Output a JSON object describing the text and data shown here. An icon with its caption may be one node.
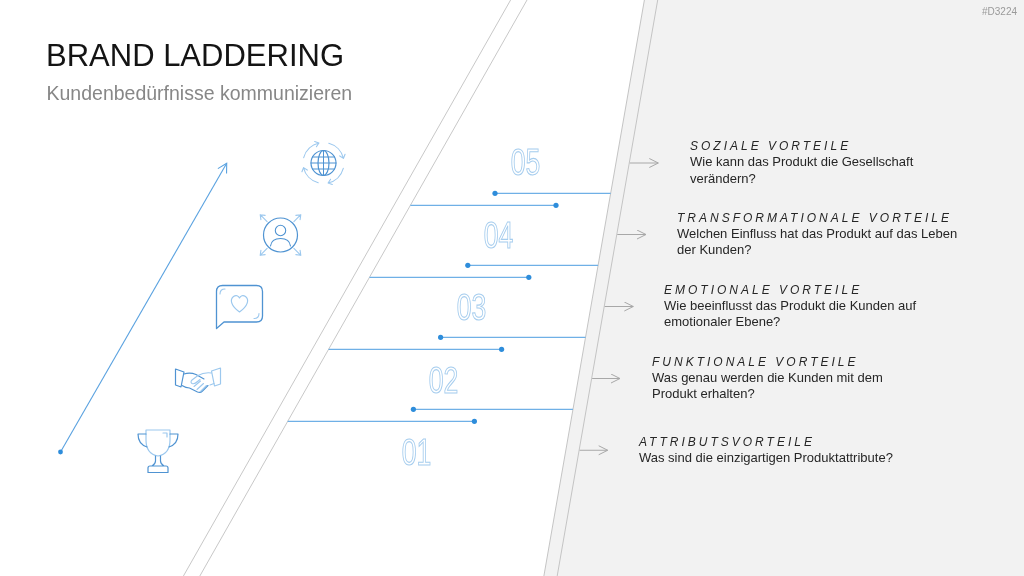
{
  "diagram": {
    "title": "BRAND LADDERING",
    "nodes": [
      {
        "text": [
          "SOZIALE VORTEILE",
          "Wie kann das Produkt die Gesellschaft verändern?"
        ]
      },
      {
        "text": [
          "TRANSFORMATIONALE VORTEILE",
          "Welchen Einfluss hat das Produkt auf das Leben der Kunden?"
        ]
      },
      {
        "text": [
          "EMOTIONALE VORTEILE",
          "Wie beeinflusst das Produkt die Kunden auf emotionaler Ebene?"
        ]
      },
      {
        "text": [
          "FUNKTIONALE VORTEILE",
          "Was genau werden die Kunden mit dem Produkt erhalten?"
        ]
      },
      {
        "text": [
          "ATTRIBUTSVORTEILE",
          "Was sind die einzigartigen Produktattribute?"
        ]
      }
    ],
    "edges": [
      {
        "from": null,
        "to": 0,
        "arrow": "to"
      },
      {
        "from": null,
        "to": 1,
        "arrow": "to"
      },
      {
        "from": null,
        "to": 2,
        "arrow": "to"
      },
      {
        "from": null,
        "to": 3,
        "arrow": "to"
      },
      {
        "from": null,
        "to": 4,
        "arrow": "to"
      }
    ],
    "labels": [
      "#D3224",
      "Kundenbedürfnisse kommunizieren",
      "05",
      "04",
      "03",
      "02",
      "01"
    ]
  }
}
